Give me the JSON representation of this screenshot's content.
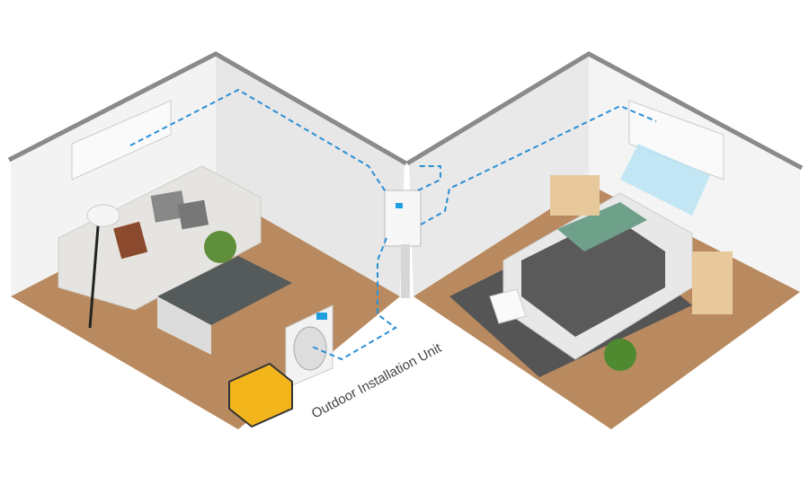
{
  "diagram": {
    "label_outdoor_unit": "Outdoor Installation Unit",
    "rooms": [
      "living-room",
      "bedroom"
    ],
    "colors": {
      "pipe": "#2b8fd6",
      "floor": "#b98a5f",
      "wall": "#f1f1f1",
      "wall_edge": "#8a8a8a",
      "brand": "#1ea0e0"
    }
  }
}
